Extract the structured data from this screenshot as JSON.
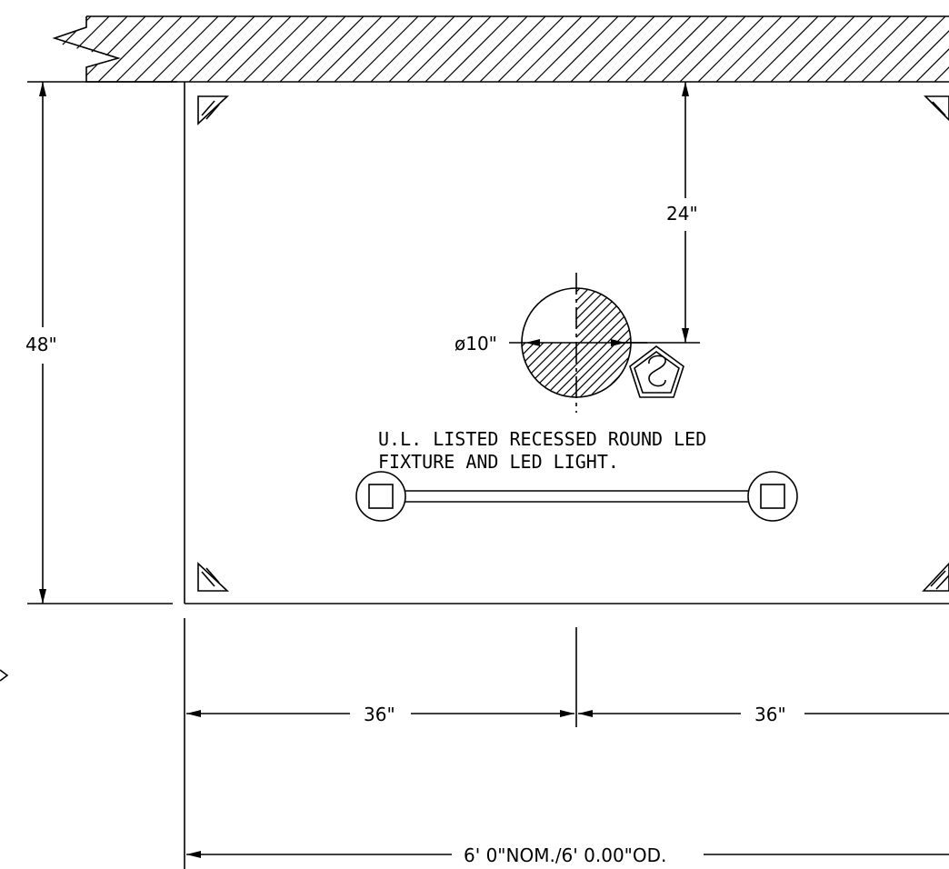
{
  "dimensions": {
    "height": "48\"",
    "top_offset": "24\"",
    "diameter": "ø10\"",
    "left_half": "36\"",
    "right_half": "36\"",
    "overall": "6' 0\"NOM./6' 0.00\"OD."
  },
  "note": {
    "line1": "U.L. LISTED RECESSED ROUND LED",
    "line2": "FIXTURE AND LED LIGHT."
  },
  "colors": {
    "line": "#000000",
    "background": "#ffffff"
  }
}
